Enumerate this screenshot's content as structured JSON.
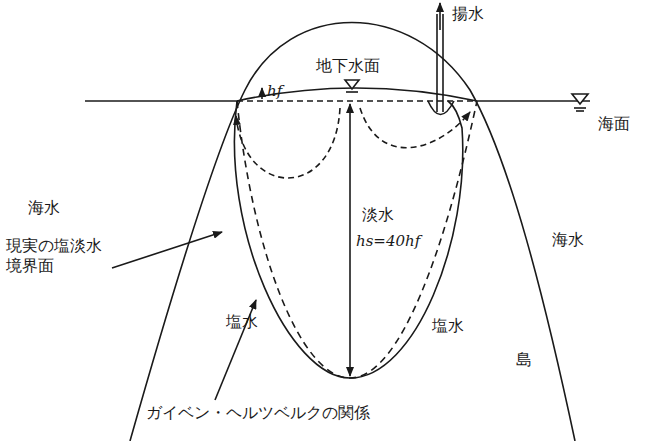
{
  "diagram": {
    "labels": [
      "揚水",
      "地下水面",
      "海面",
      "海水",
      "海水",
      "淡水",
      "現実の塩淡水 境界面",
      "塩水",
      "塩水",
      "島",
      "ガイベン・ヘルツベルクの関係",
      "hf",
      "hs=40hf"
    ]
  }
}
